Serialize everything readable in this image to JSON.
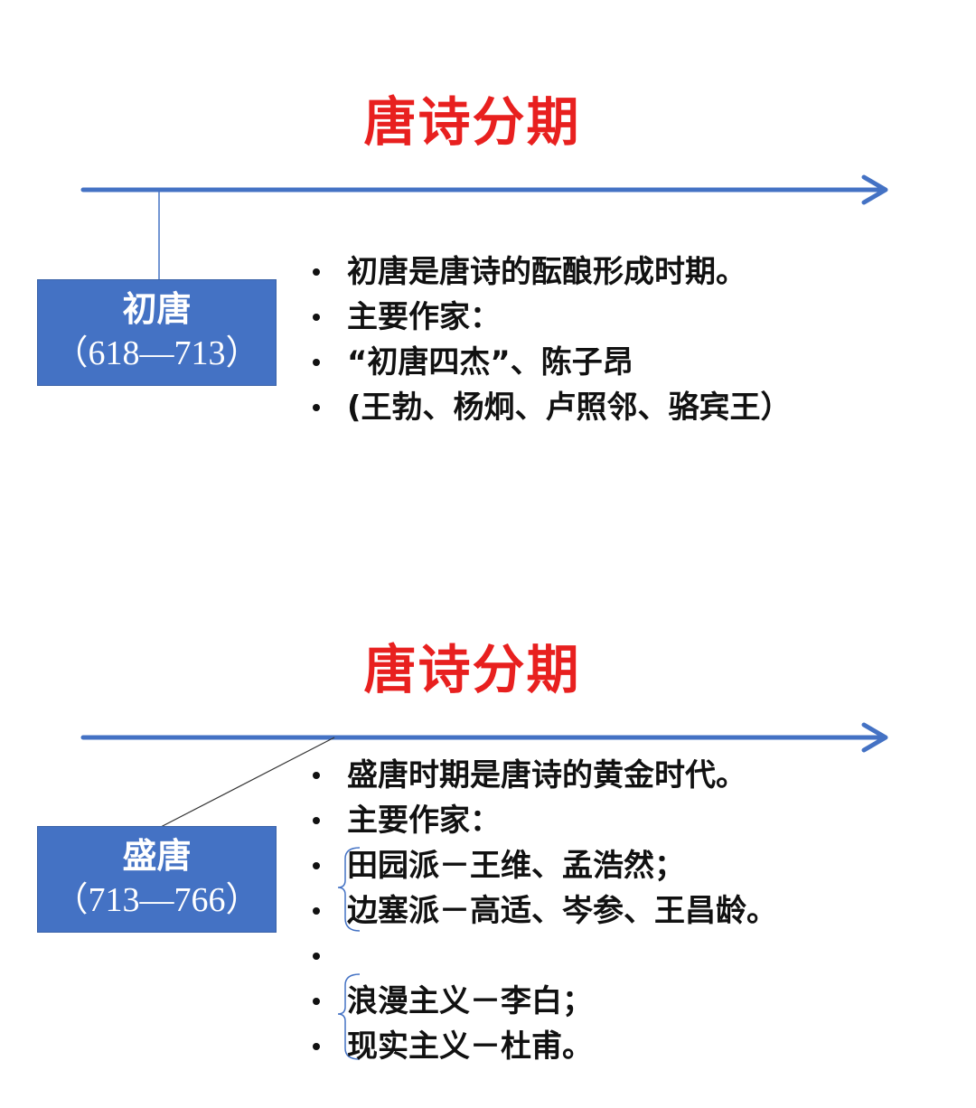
{
  "slides": [
    {
      "title": "唐诗分期",
      "period": {
        "name": "初唐",
        "years": "（618—713）"
      },
      "bullets": [
        "初唐是唐诗的酝酿形成时期。",
        "主要作家：",
        "“初唐四杰”、陈子昂",
        "(王勃、杨炯、卢照邻、骆宾王）"
      ]
    },
    {
      "title": "唐诗分期",
      "period": {
        "name": "盛唐",
        "years": "（713—766）"
      },
      "bullets": [
        "盛唐时期是唐诗的黄金时代。",
        "主要作家：",
        "田园派－王维、孟浩然；",
        "边塞派－高适、岑参、王昌龄。",
        "",
        "浪漫主义－李白；",
        "现实主义－杜甫。"
      ]
    }
  ],
  "colors": {
    "title": "#e8201f",
    "box": "#4472c4",
    "arrow": "#4472c4"
  }
}
